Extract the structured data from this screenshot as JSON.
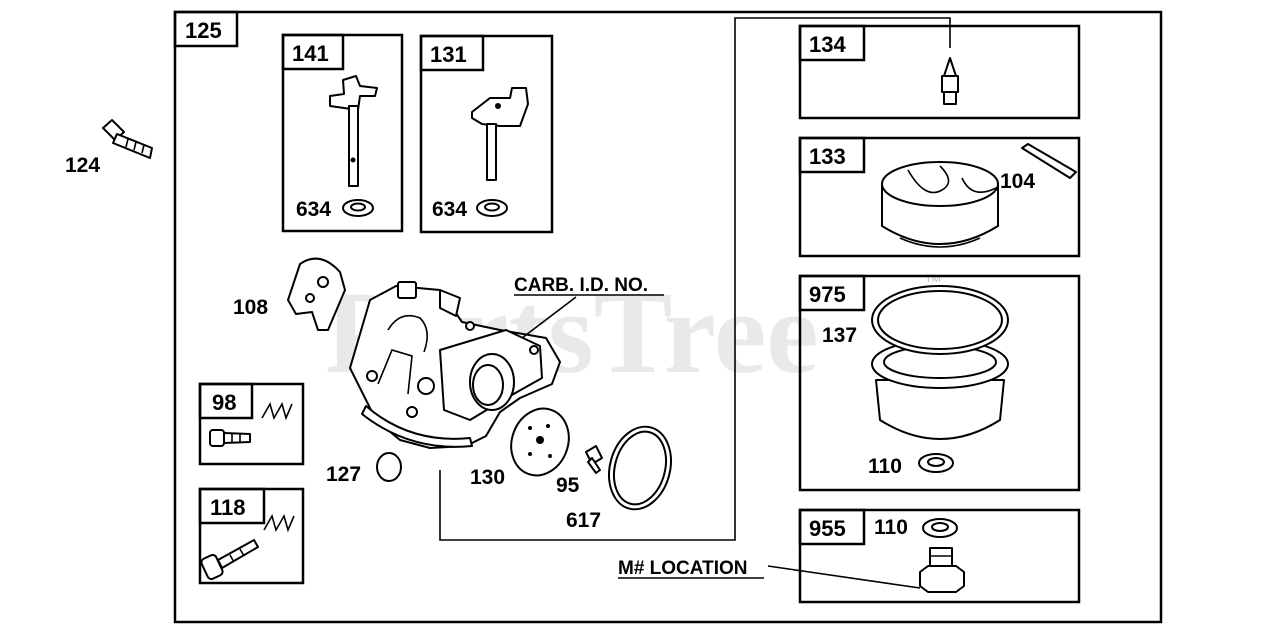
{
  "watermark": "PartsTree",
  "watermark_tm": "TM",
  "notes": {
    "carb_id": "CARB. I.D. NO.",
    "m_location": "M# LOCATION"
  },
  "groups": {
    "g125": "125",
    "g141": "141",
    "g131": "131",
    "g134": "134",
    "g133": "133",
    "g975": "975",
    "g98": "98",
    "g118": "118",
    "g955": "955"
  },
  "parts": {
    "p124": "124",
    "p634a": "634",
    "p634b": "634",
    "p104": "104",
    "p137": "137",
    "p108": "108",
    "p127": "127",
    "p130": "130",
    "p95": "95",
    "p617": "617",
    "p110a": "110",
    "p110b": "110"
  }
}
